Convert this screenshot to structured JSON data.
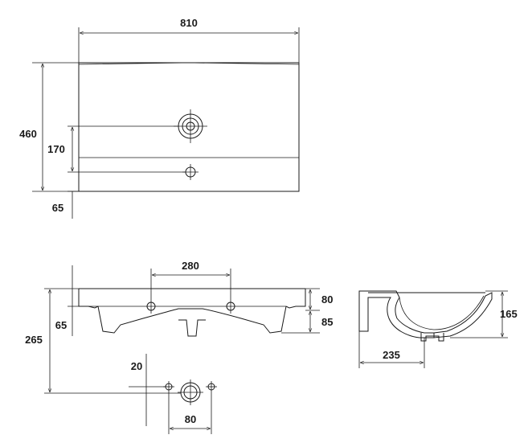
{
  "dimensions": {
    "top_width": "810",
    "top_depth": "460",
    "top_tap_offset": "170",
    "top_edge_offset": "65",
    "front_hole_spacing": "280",
    "front_height_upper": "80",
    "front_height_lower": "85",
    "front_left_offset": "65",
    "total_height": "265",
    "side_width": "235",
    "side_height": "165",
    "waste_offset": "20",
    "waste_hole_spacing": "80"
  }
}
